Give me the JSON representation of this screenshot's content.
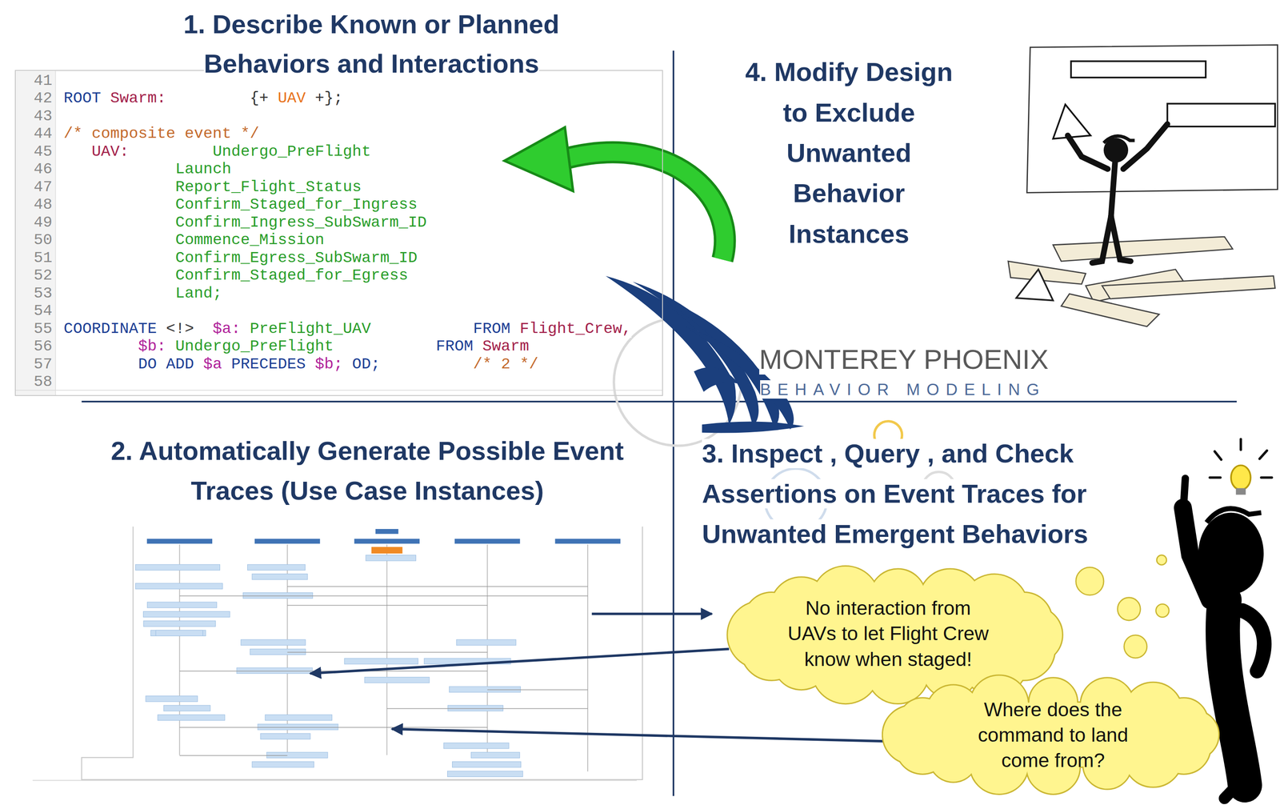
{
  "diagram": {
    "nodes": [
      {
        "text": [
          "41",
          "42",
          "ROOT",
          "Swarm:",
          "{+",
          "UAV",
          "+};",
          "43",
          "44",
          "/* composite event */",
          "45",
          "UAV:",
          "Undergo_PreFlight",
          "46",
          "Launch",
          "47",
          "Report_Flight_Status",
          "48",
          "Confirm_Staged_for_Ingress",
          "49",
          "Confirm_Ingress_SubSwarm_ID",
          "50",
          "Commence_Mission",
          "51",
          "Confirm_Egress_SubSwarm_ID",
          "52",
          "Confirm_Staged_for_Egress",
          "53",
          "Land;",
          "54",
          "55",
          "COORDINATE",
          "<!>",
          "$a:",
          "PreFlight_UAV",
          "FROM",
          "Flight_Crew,",
          "56",
          "$b:",
          "Undergo_PreFlight",
          "FROM",
          "Swarm",
          "57",
          "DO ADD",
          "$a",
          "PRECEDES",
          "$b;",
          "OD;",
          "/* 2 */",
          "58"
        ]
      },
      {
        "text": [
          "No interaction from UAVs to let Flight Crew know when staged!"
        ]
      },
      {
        "text": [
          "Where does the command to land come from?"
        ]
      }
    ],
    "labels": [
      "1. Describe Known or Planned Behaviors and Interactions",
      "4. Modify Design to Exclude Unwanted Behavior Instances",
      "MONTEREY PHOENIX",
      "BEHAVIOR MODELING",
      "2. Automatically Generate Possible Event Traces (Use Case Instances)",
      "3. Inspect , Query , and Check Assertions on Event Traces for Unwanted Emergent Behaviors"
    ]
  }
}
